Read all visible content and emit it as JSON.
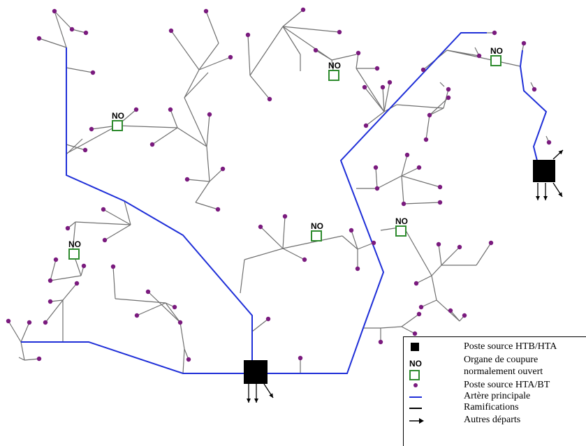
{
  "diagram": {
    "no_label": "NO",
    "colors": {
      "main": "#1f2fd8",
      "branch": "#6f6f6f",
      "node": "#7a1a7e",
      "switch": "#2e8b2e",
      "source": "#000000"
    }
  },
  "legend": {
    "items": [
      {
        "label": "Poste source HTB/HTA",
        "symbol": "black-square"
      },
      {
        "label": "Organe de coupure",
        "symbol": "green-square-no",
        "symbol_text": "NO"
      },
      {
        "label": "normalement ouvert"
      },
      {
        "label": "Poste source HTA/BT",
        "symbol": "purple-dot"
      },
      {
        "label": "Artère principale",
        "symbol": "blue-line"
      },
      {
        "label": "Ramifications",
        "symbol": "black-line"
      },
      {
        "label": "Autres départs",
        "symbol": "arrow"
      }
    ]
  }
}
